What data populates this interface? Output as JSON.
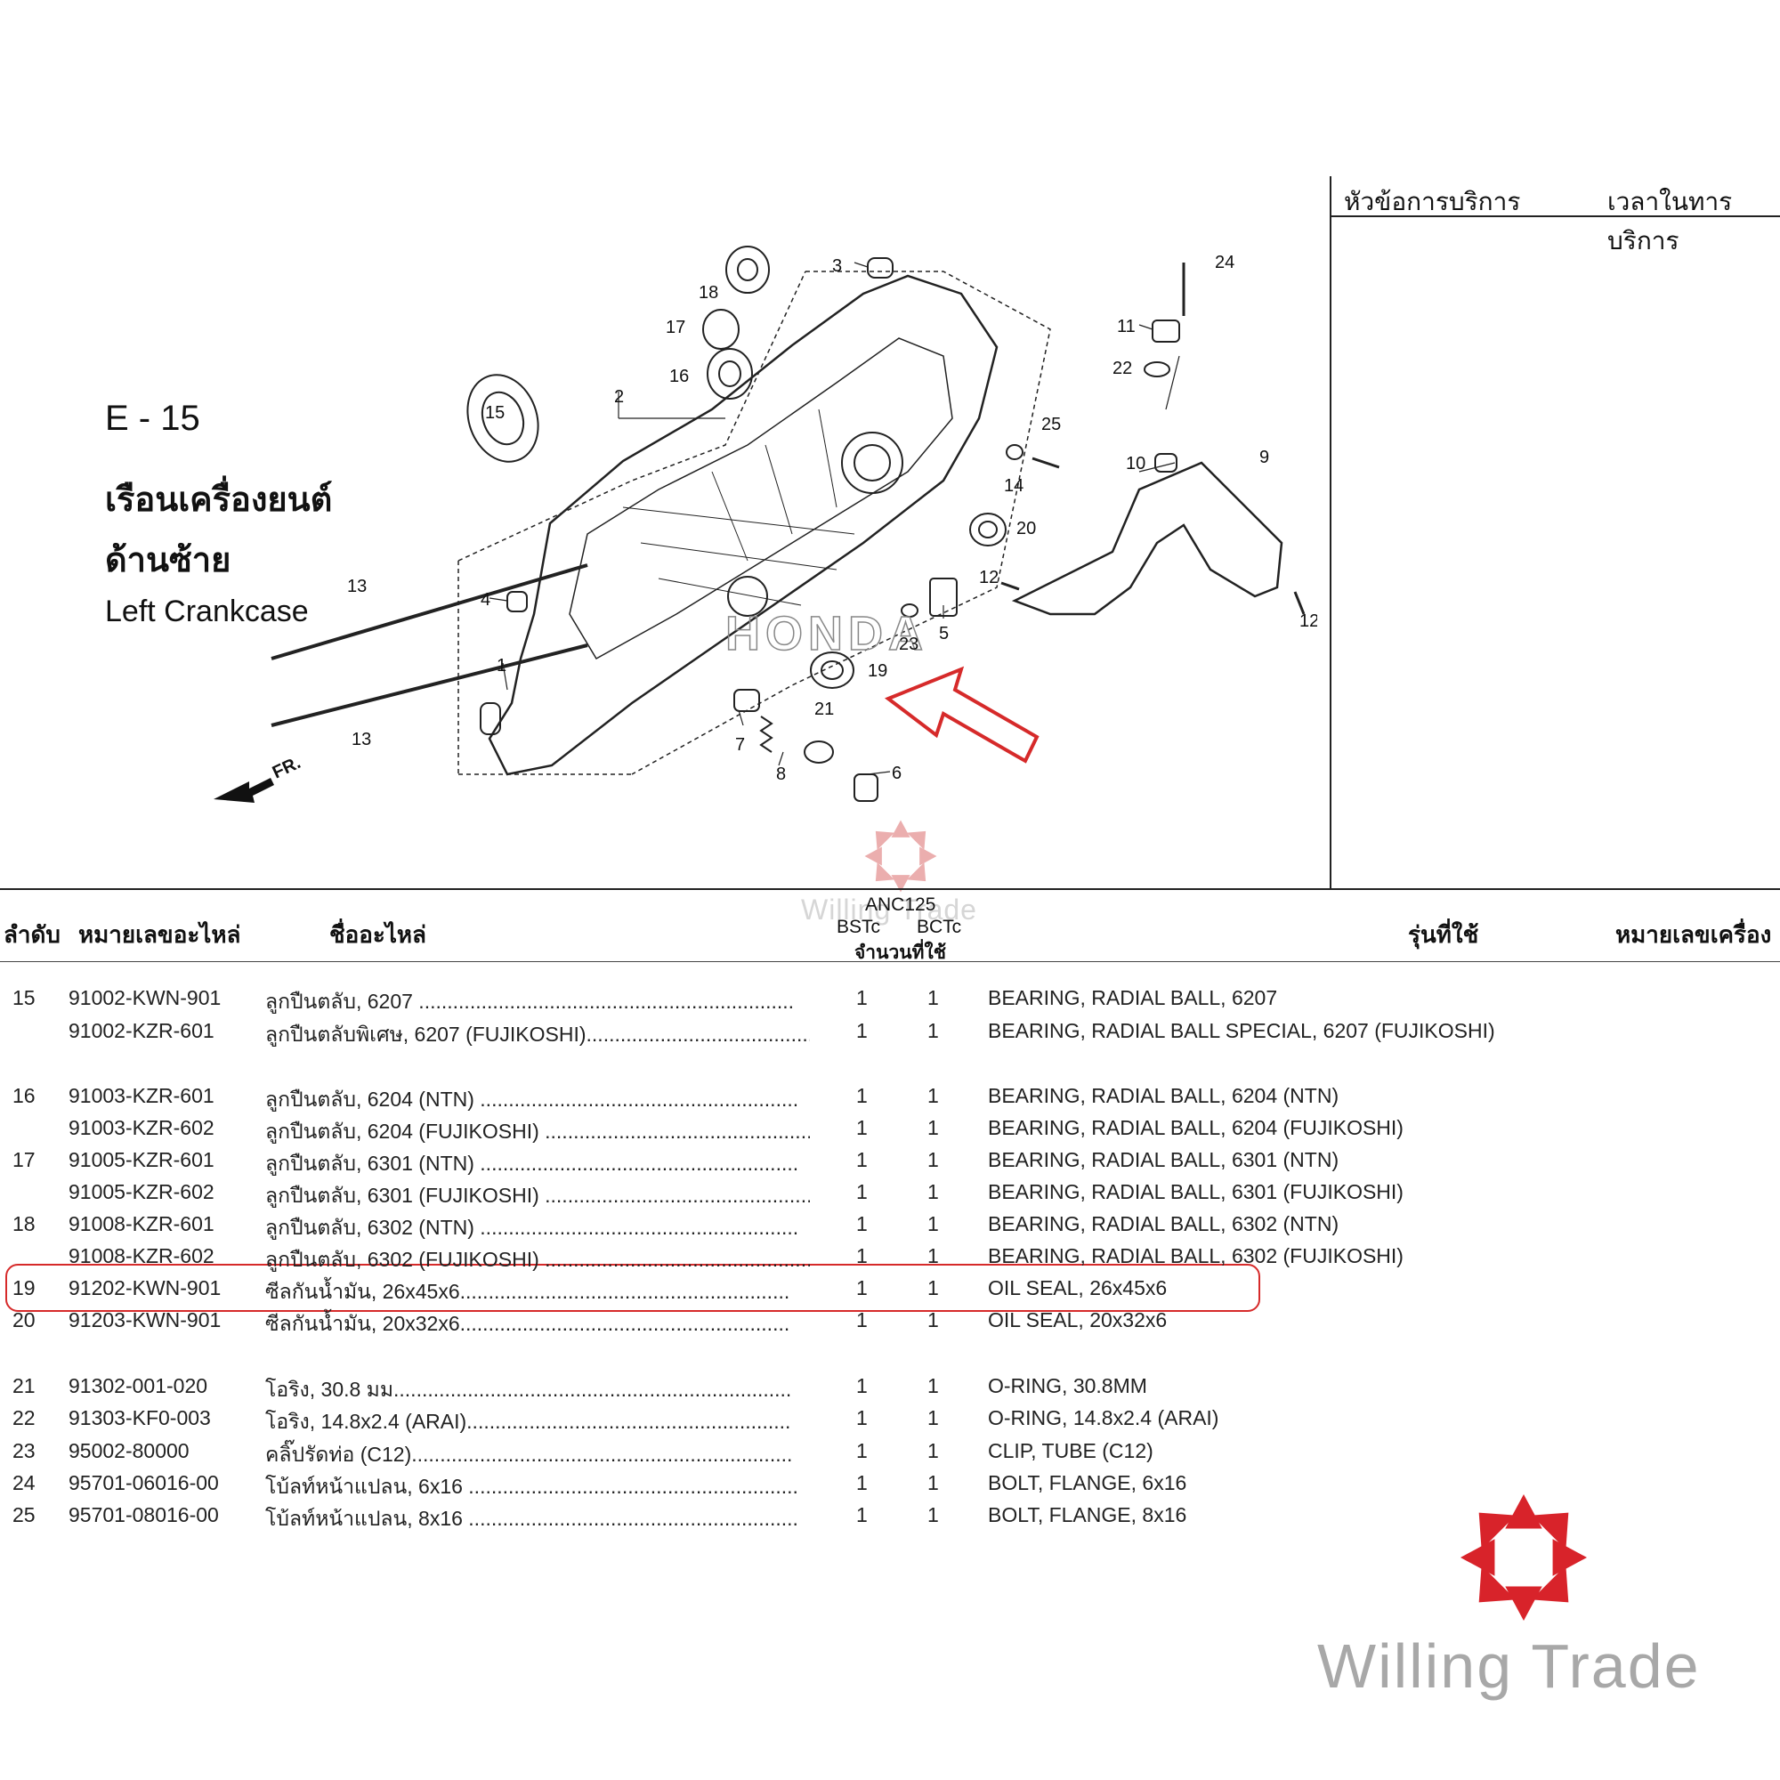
{
  "service_panel": {
    "col_topic": "หัวข้อการบริการ",
    "col_time": "เวลาในทารบริการ"
  },
  "diagram": {
    "code": "E - 15",
    "title_th_line1": "เรือนเครื่องยนต์",
    "title_th_line2": "ด้านซ้าย",
    "title_en": "Left Crankcase",
    "brand_mark": "HONDA",
    "front_marker": "FR.",
    "callouts": [
      "1",
      "2",
      "3",
      "4",
      "5",
      "6",
      "7",
      "8",
      "9",
      "10",
      "11",
      "12",
      "12",
      "13",
      "13",
      "14",
      "15",
      "16",
      "17",
      "18",
      "19",
      "20",
      "21",
      "22",
      "23",
      "24",
      "25"
    ]
  },
  "table": {
    "headers": {
      "no": "ลำดับ",
      "part_no": "หมายเลขอะไหล่",
      "name": "ชื่ออะไหล่",
      "model": "ANC125",
      "variant1": "BSTc",
      "variant2": "BCTc",
      "qty": "จำนวนที่ใช้",
      "applicable": "รุ่นที่ใช้",
      "engine_no": "หมายเลขเครื่อง"
    },
    "rows": [
      {
        "no": "15",
        "part_no": "91002-KWN-901",
        "name_th": "ลูกปืนตลับ, 6207 ..................................................................",
        "q1": "1",
        "q2": "1",
        "name_en": "BEARING, RADIAL BALL, 6207"
      },
      {
        "no": "",
        "part_no": "91002-KZR-601",
        "name_th": "ลูกปืนตลับพิเศษ, 6207 (FUJIKOSHI).................................................",
        "q1": "1",
        "q2": "1",
        "name_en": "BEARING, RADIAL BALL SPECIAL, 6207 (FUJIKOSHI)"
      },
      {
        "no": "16",
        "part_no": "91003-KZR-601",
        "name_th": "ลูกปืนตลับ, 6204 (NTN) ........................................................",
        "q1": "1",
        "q2": "1",
        "name_en": "BEARING, RADIAL BALL, 6204 (NTN)"
      },
      {
        "no": "",
        "part_no": "91003-KZR-602",
        "name_th": "ลูกปืนตลับ, 6204 (FUJIKOSHI) .................................................",
        "q1": "1",
        "q2": "1",
        "name_en": "BEARING, RADIAL BALL, 6204 (FUJIKOSHI)"
      },
      {
        "no": "17",
        "part_no": "91005-KZR-601",
        "name_th": "ลูกปืนตลับ, 6301 (NTN) ........................................................",
        "q1": "1",
        "q2": "1",
        "name_en": "BEARING, RADIAL BALL, 6301 (NTN)"
      },
      {
        "no": "",
        "part_no": "91005-KZR-602",
        "name_th": "ลูกปืนตลับ, 6301 (FUJIKOSHI) .................................................",
        "q1": "1",
        "q2": "1",
        "name_en": "BEARING, RADIAL BALL, 6301 (FUJIKOSHI)"
      },
      {
        "no": "18",
        "part_no": "91008-KZR-601",
        "name_th": "ลูกปืนตลับ, 6302 (NTN) ........................................................",
        "q1": "1",
        "q2": "1",
        "name_en": "BEARING, RADIAL BALL, 6302 (NTN)"
      },
      {
        "no": "",
        "part_no": "91008-KZR-602",
        "name_th": "ลูกปืนตลับ, 6302 (FUJIKOSHI) .................................................",
        "q1": "1",
        "q2": "1",
        "name_en": "BEARING, RADIAL BALL, 6302 (FUJIKOSHI)"
      },
      {
        "no": "19",
        "part_no": "91202-KWN-901",
        "name_th": "ซีลกันน้ำมัน, 26x45x6..........................................................",
        "q1": "1",
        "q2": "1",
        "name_en": "OIL SEAL, 26x45x6"
      },
      {
        "no": "20",
        "part_no": "91203-KWN-901",
        "name_th": "ซีลกันน้ำมัน, 20x32x6..........................................................",
        "q1": "1",
        "q2": "1",
        "name_en": "OIL SEAL, 20x32x6"
      },
      {
        "no": "21",
        "part_no": "91302-001-020",
        "name_th": "โอริง, 30.8 มม......................................................................",
        "q1": "1",
        "q2": "1",
        "name_en": "O-RING, 30.8MM"
      },
      {
        "no": "22",
        "part_no": "91303-KF0-003",
        "name_th": "โอริง, 14.8x2.4 (ARAI).........................................................",
        "q1": "1",
        "q2": "1",
        "name_en": "O-RING, 14.8x2.4 (ARAI)"
      },
      {
        "no": "23",
        "part_no": "95002-80000",
        "name_th": "คลิ๊ปรัดท่อ (C12)...................................................................",
        "q1": "1",
        "q2": "1",
        "name_en": "CLIP, TUBE (C12)"
      },
      {
        "no": "24",
        "part_no": "95701-06016-00",
        "name_th": "โบ้ลท์หน้าแปลน, 6x16 ..........................................................",
        "q1": "1",
        "q2": "1",
        "name_en": "BOLT, FLANGE, 6x16"
      },
      {
        "no": "25",
        "part_no": "95701-08016-00",
        "name_th": "โบ้ลท์หน้าแปลน, 8x16 ..........................................................",
        "q1": "1",
        "q2": "1",
        "name_en": "BOLT, FLANGE, 8x16"
      }
    ]
  },
  "watermark": "Willing Trade",
  "logo": {
    "text": "Willing Trade",
    "color": "#d8232a",
    "text_color": "#a8a8a8"
  }
}
